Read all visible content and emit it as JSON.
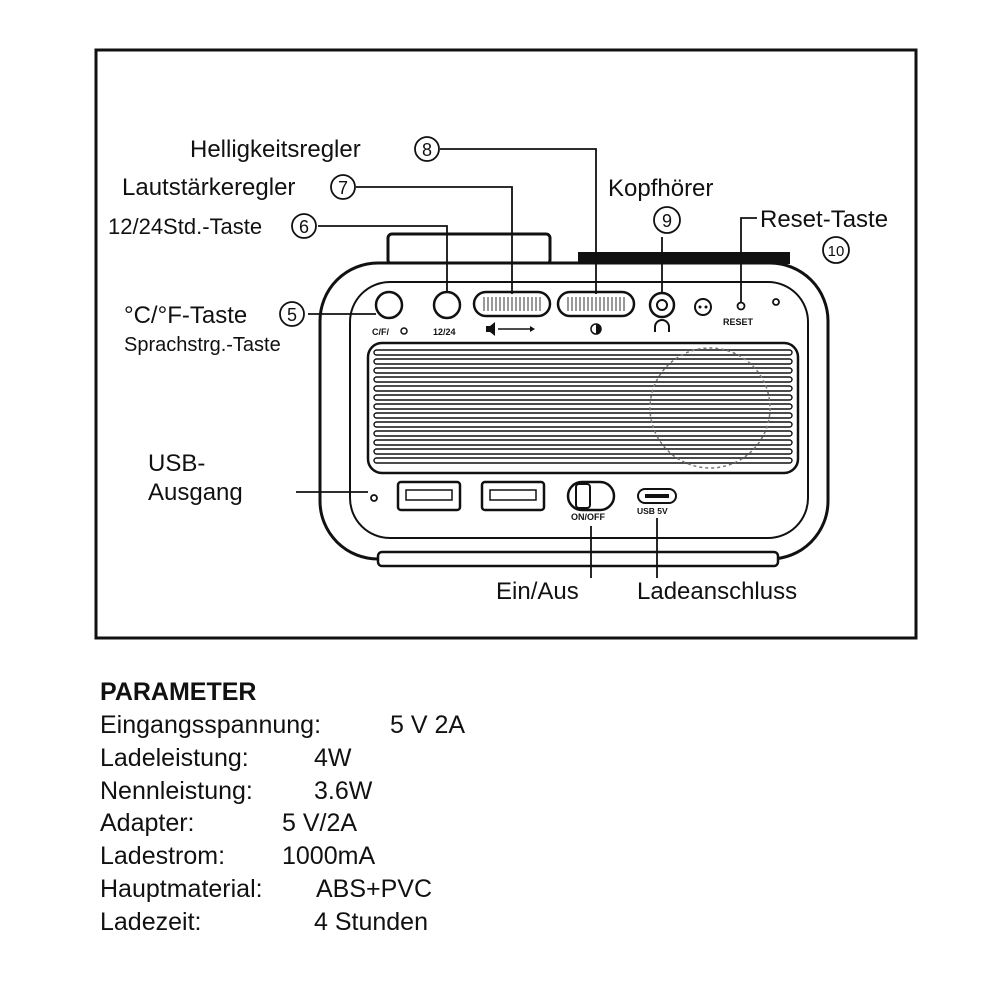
{
  "labels": {
    "brightness": "Helligkeitsregler",
    "brightness_num": "8",
    "volume": "Lautstärkeregler",
    "volume_num": "7",
    "time_mode": "12/24Std.-Taste",
    "time_mode_num": "6",
    "headphones": "Kopfhörer",
    "headphones_num": "9",
    "reset": "Reset-Taste",
    "reset_num": "10",
    "temp": "°C/°F-Taste",
    "temp_num": "5",
    "voice": "Sprachstrg.-Taste",
    "usb_out_1": "USB-",
    "usb_out_2": "Ausgang",
    "onoff": "Ein/Aus",
    "charge": "Ladeanschluss"
  },
  "device": {
    "btn_cf": "C/F/",
    "btn_1224": "12/24",
    "btn_reset": "RESET",
    "switch": "ON/OFF",
    "usb5v": "USB 5V"
  },
  "parameters": {
    "title": "PARAMETER",
    "rows": [
      {
        "key": "Eingangsspannung:",
        "value": "5 V  2A"
      },
      {
        "key": "Ladeleistung:",
        "value": "4W"
      },
      {
        "key": "Nennleistung:",
        "value": "3.6W"
      },
      {
        "key": "Adapter:",
        "value": "5 V/2A"
      },
      {
        "key": "Ladestrom:",
        "value": "1000mA"
      },
      {
        "key": "Hauptmaterial:",
        "value": "ABS+PVC"
      },
      {
        "key": "Ladezeit:",
        "value": "4 Stunden"
      }
    ]
  }
}
